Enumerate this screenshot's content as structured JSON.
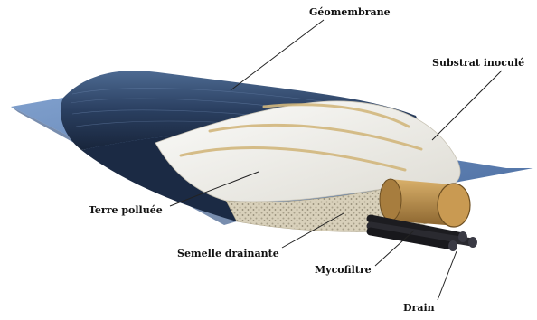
{
  "labels": {
    "geomembrane": "Géomembrane",
    "substrat": "Substrat inoculé",
    "terre": "Terre polluée",
    "semelle": "Semelle drainante",
    "mycofiltre": "Mycofiltre",
    "drain": "Drain"
  },
  "colors": {
    "membrane_dark": "#1e2f4a",
    "membrane_mid": "#3a5478",
    "liner_blue": "#5c7fb0",
    "soil_white": "#f1f1ee",
    "substrate_band": "#d9c89a",
    "drain_gravel": "#cfc6ae",
    "mycofilter_tan": "#c79a55",
    "drain_pipe": "#1e1e22",
    "leader_line": "#222222"
  }
}
